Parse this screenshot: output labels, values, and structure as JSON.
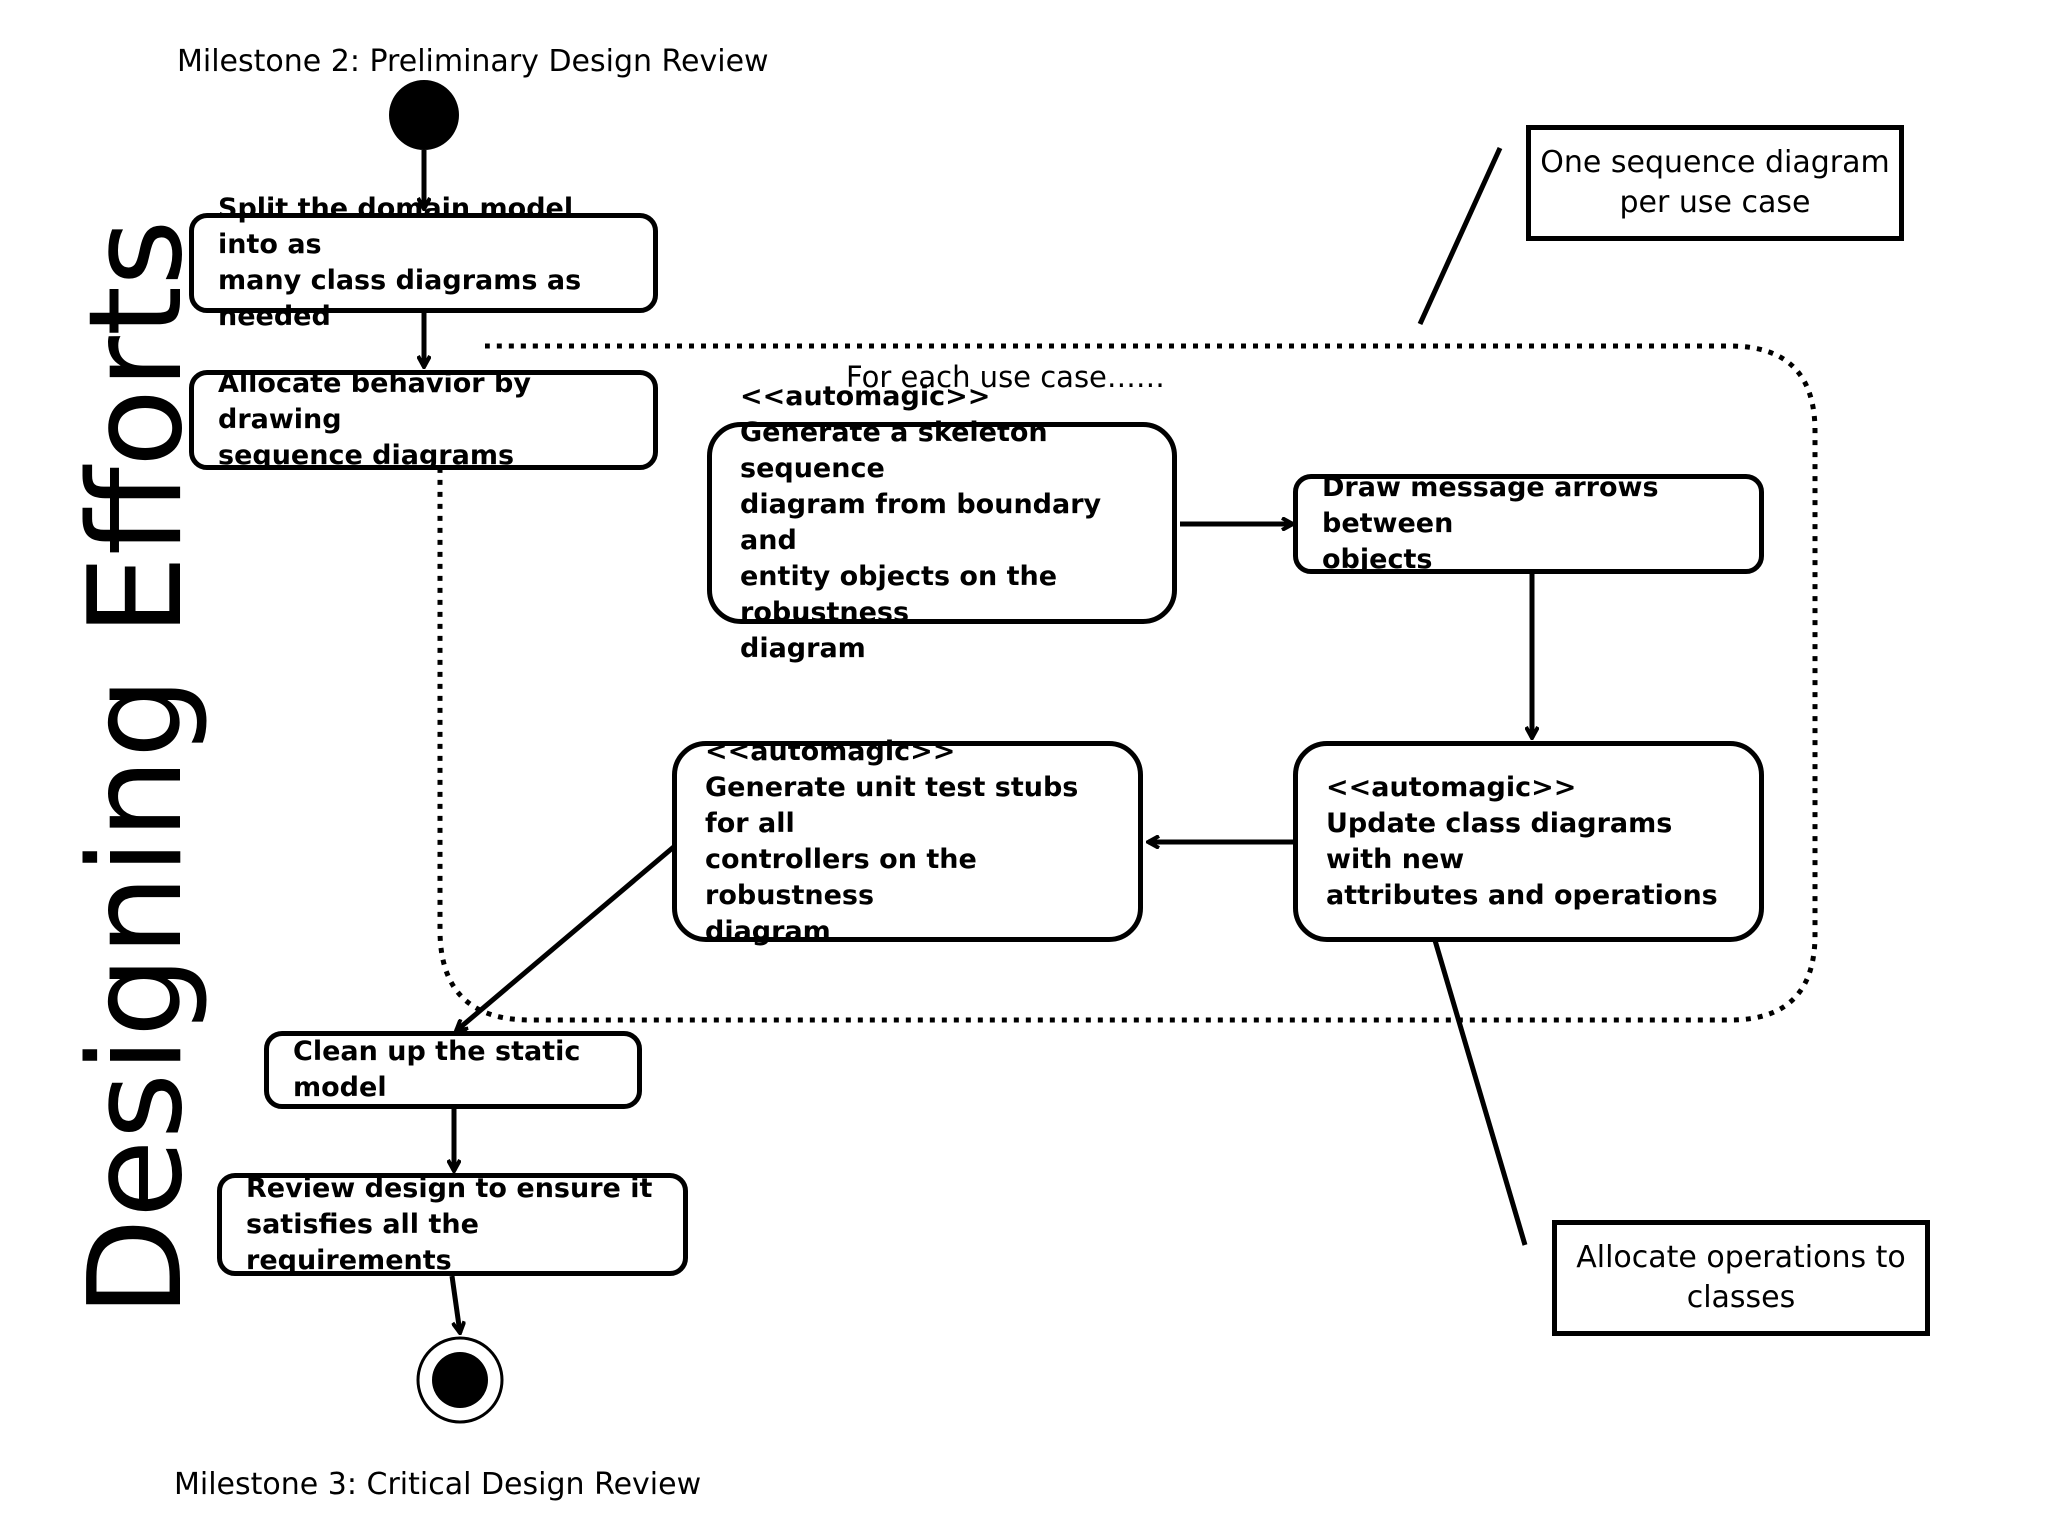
{
  "milestones": {
    "start": "Milestone 2: Preliminary Design Review",
    "end": "Milestone 3: Critical Design Review"
  },
  "side_title": "Designing Efforts",
  "loop_label": "For each use case……",
  "activities": {
    "split_domain": "Split the domain model into as\nmany class diagrams as needed",
    "allocate_behavior": "Allocate behavior by drawing\nsequence diagrams",
    "generate_skeleton": "<<automagic>>\nGenerate a skeleton sequence\ndiagram from boundary and\nentity objects on the robustness\ndiagram",
    "draw_messages": "Draw message arrows between\nobjects",
    "update_class": "<<automagic>>\nUpdate class diagrams with new\nattributes and operations",
    "generate_tests": "<<automagic>>\nGenerate unit test stubs for all\ncontrollers on the robustness\ndiagram",
    "clean_up": "Clean up the static model",
    "review_design": "Review design to ensure it\nsatisfies all the requirements"
  },
  "notes": {
    "sequence_per_use_case": "One sequence diagram\nper use case",
    "allocate_operations": "Allocate operations to\nclasses"
  }
}
